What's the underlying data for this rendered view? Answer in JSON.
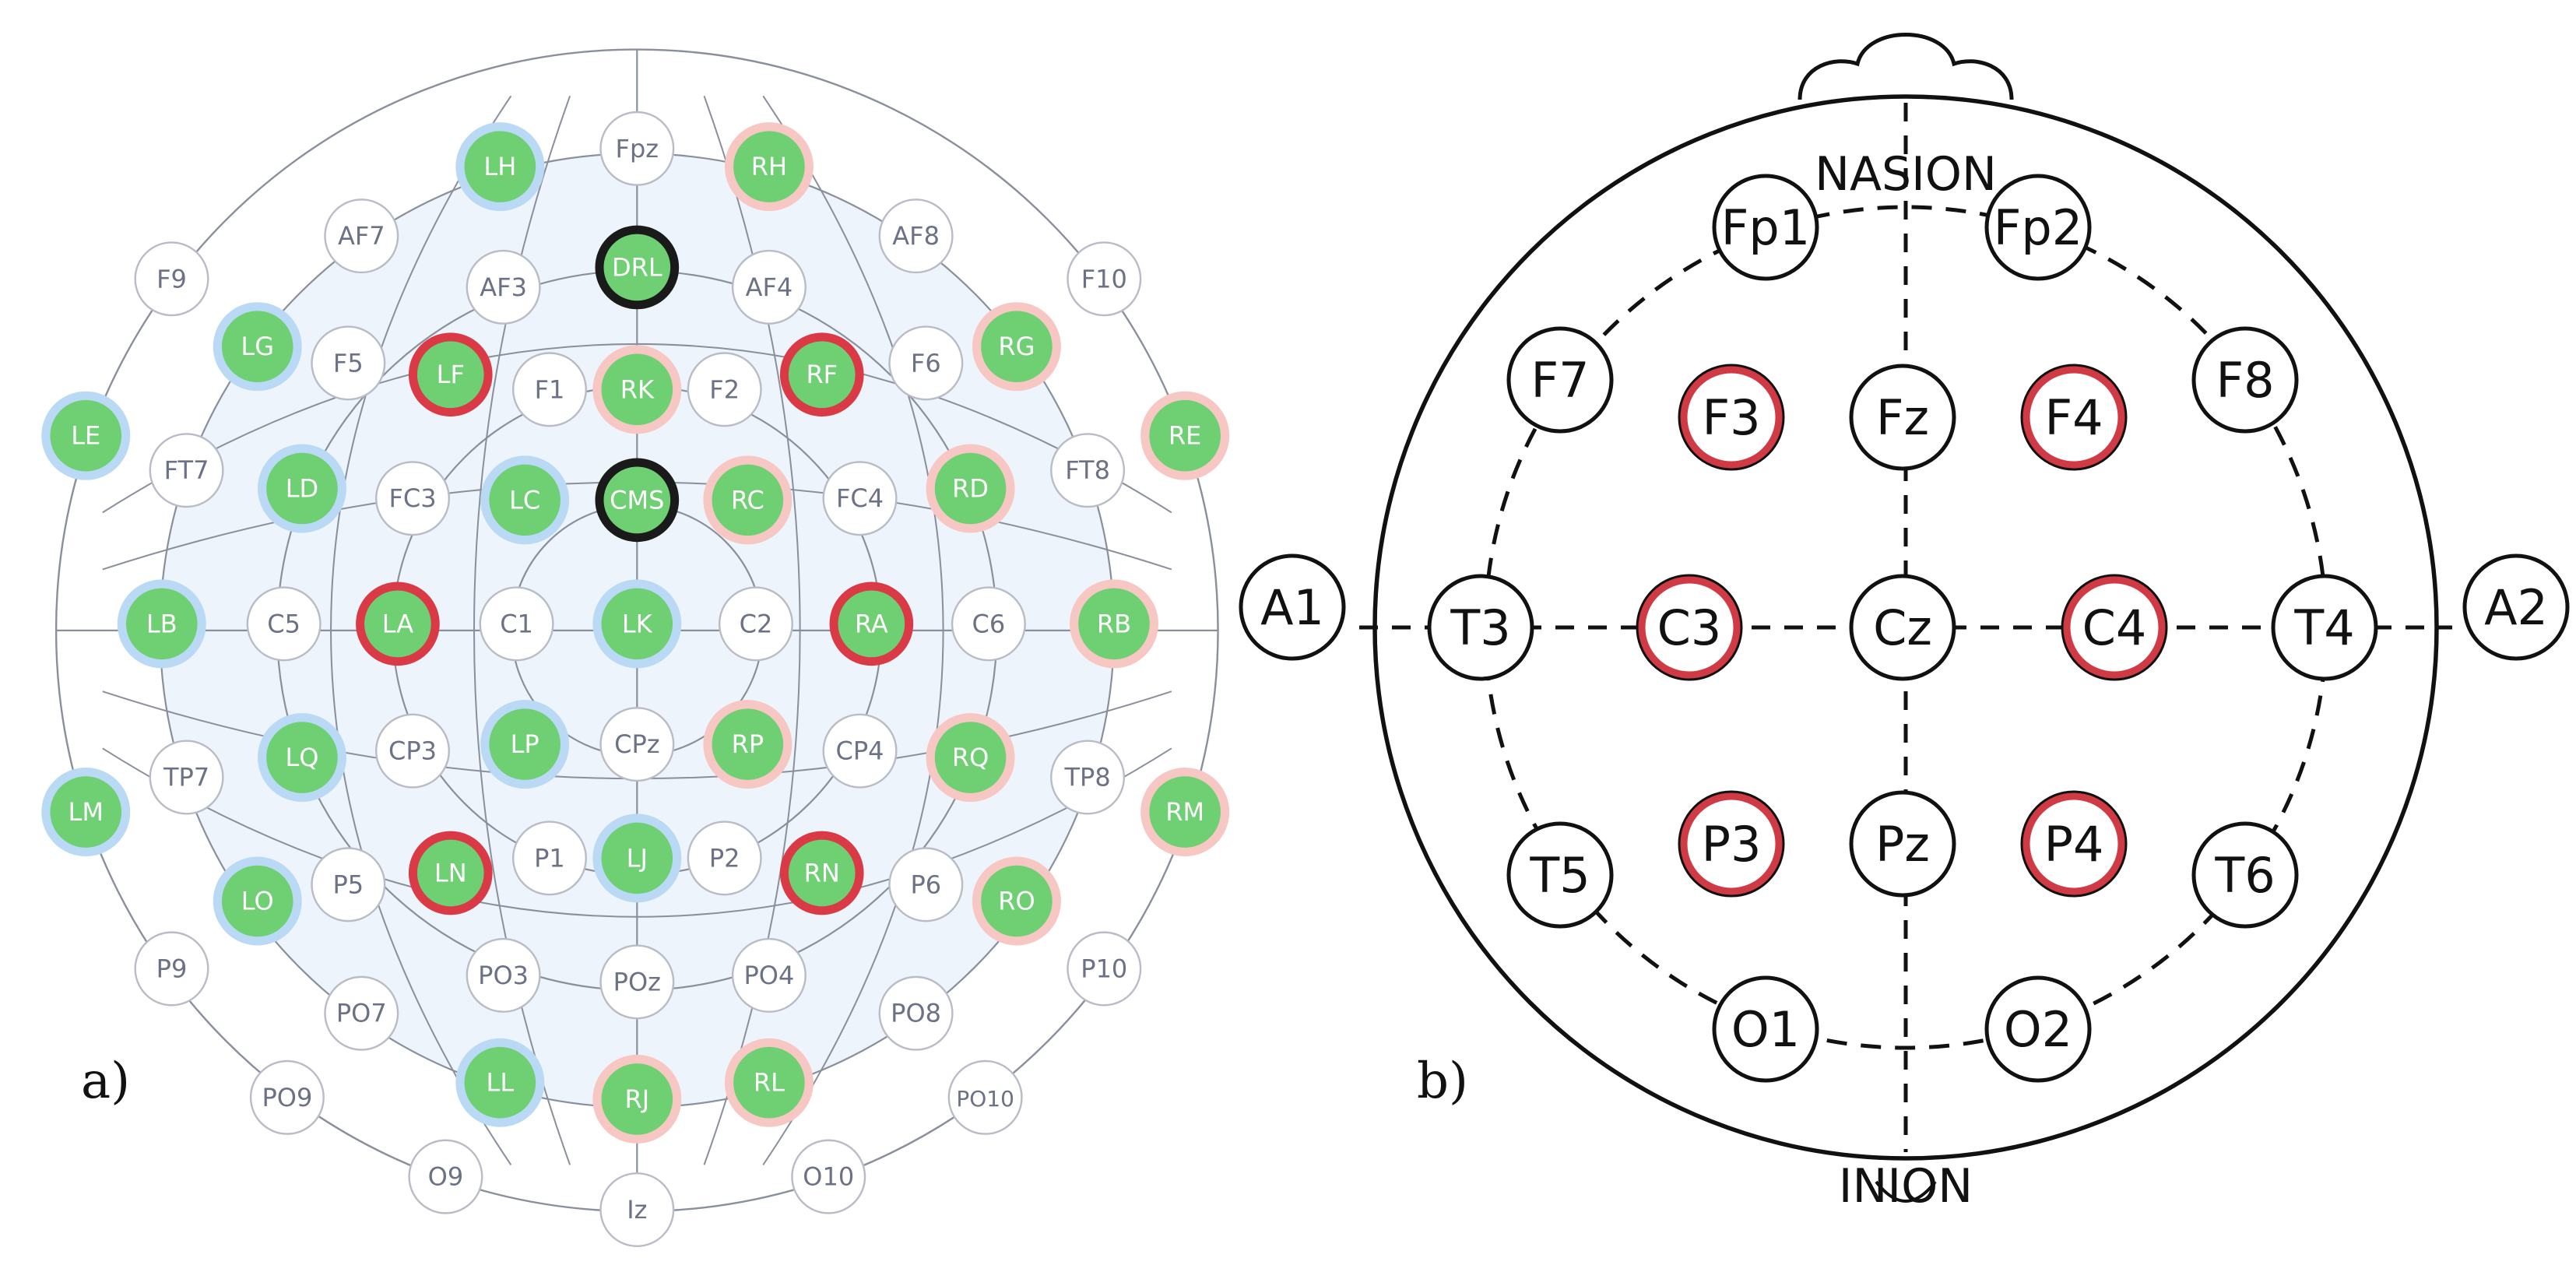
{
  "panel_a": {
    "label": "a)",
    "colors": {
      "head_fill": "#eef4fc",
      "ring_line": "#8a8f9c",
      "label": "#6b7285",
      "green": "#6fcf73",
      "blue_halo": "#b9d9f5",
      "pink_halo": "#f6c7c3",
      "red_ring": "#d93a46",
      "black_ring": "#1a1a1a"
    },
    "electrodes": [
      {
        "name": "Fpz",
        "style": "plain"
      },
      {
        "name": "LH",
        "style": "green-blue"
      },
      {
        "name": "RH",
        "style": "green-pink"
      },
      {
        "name": "AF7",
        "style": "plain"
      },
      {
        "name": "AF3",
        "style": "plain"
      },
      {
        "name": "DRL",
        "style": "green-black"
      },
      {
        "name": "AF4",
        "style": "plain"
      },
      {
        "name": "AF8",
        "style": "plain"
      },
      {
        "name": "F9",
        "style": "plain"
      },
      {
        "name": "F10",
        "style": "plain"
      },
      {
        "name": "LG",
        "style": "green-blue"
      },
      {
        "name": "F5",
        "style": "plain"
      },
      {
        "name": "LF",
        "style": "green-red"
      },
      {
        "name": "F1",
        "style": "plain"
      },
      {
        "name": "RK",
        "style": "green-pink"
      },
      {
        "name": "F2",
        "style": "plain"
      },
      {
        "name": "RF",
        "style": "green-red"
      },
      {
        "name": "F6",
        "style": "plain"
      },
      {
        "name": "RG",
        "style": "green-pink"
      },
      {
        "name": "LE",
        "style": "green-blue"
      },
      {
        "name": "FT7",
        "style": "plain"
      },
      {
        "name": "LD",
        "style": "green-blue"
      },
      {
        "name": "FC3",
        "style": "plain"
      },
      {
        "name": "LC",
        "style": "green-blue"
      },
      {
        "name": "CMS",
        "style": "green-black"
      },
      {
        "name": "RC",
        "style": "green-pink"
      },
      {
        "name": "FC4",
        "style": "plain"
      },
      {
        "name": "RD",
        "style": "green-pink"
      },
      {
        "name": "FT8",
        "style": "plain"
      },
      {
        "name": "RE",
        "style": "green-pink"
      },
      {
        "name": "LB",
        "style": "green-blue"
      },
      {
        "name": "C5",
        "style": "plain"
      },
      {
        "name": "LA",
        "style": "green-red"
      },
      {
        "name": "C1",
        "style": "plain"
      },
      {
        "name": "LK",
        "style": "green-blue"
      },
      {
        "name": "C2",
        "style": "plain"
      },
      {
        "name": "RA",
        "style": "green-red"
      },
      {
        "name": "C6",
        "style": "plain"
      },
      {
        "name": "RB",
        "style": "green-pink"
      },
      {
        "name": "LQ",
        "style": "green-blue"
      },
      {
        "name": "CP3",
        "style": "plain"
      },
      {
        "name": "LP",
        "style": "green-blue"
      },
      {
        "name": "CPz",
        "style": "plain"
      },
      {
        "name": "RP",
        "style": "green-pink"
      },
      {
        "name": "CP4",
        "style": "plain"
      },
      {
        "name": "RQ",
        "style": "green-pink"
      },
      {
        "name": "LM",
        "style": "green-blue"
      },
      {
        "name": "TP7",
        "style": "plain"
      },
      {
        "name": "TP8",
        "style": "plain"
      },
      {
        "name": "RM",
        "style": "green-pink"
      },
      {
        "name": "LO",
        "style": "green-blue"
      },
      {
        "name": "P5",
        "style": "plain"
      },
      {
        "name": "LN",
        "style": "green-red"
      },
      {
        "name": "P1",
        "style": "plain"
      },
      {
        "name": "LJ",
        "style": "green-blue"
      },
      {
        "name": "P2",
        "style": "plain"
      },
      {
        "name": "RN",
        "style": "green-red"
      },
      {
        "name": "P6",
        "style": "plain"
      },
      {
        "name": "RO",
        "style": "green-pink"
      },
      {
        "name": "P9",
        "style": "plain"
      },
      {
        "name": "PO3",
        "style": "plain"
      },
      {
        "name": "POz",
        "style": "plain"
      },
      {
        "name": "PO4",
        "style": "plain"
      },
      {
        "name": "P10",
        "style": "plain"
      },
      {
        "name": "PO7",
        "style": "plain"
      },
      {
        "name": "PO8",
        "style": "plain"
      },
      {
        "name": "LL",
        "style": "green-blue"
      },
      {
        "name": "RJ",
        "style": "green-pink"
      },
      {
        "name": "RL",
        "style": "green-pink"
      },
      {
        "name": "PO9",
        "style": "plain"
      },
      {
        "name": "PO10",
        "style": "plain"
      },
      {
        "name": "O9",
        "style": "plain"
      },
      {
        "name": "O10",
        "style": "plain"
      },
      {
        "name": "Iz",
        "style": "plain"
      }
    ]
  },
  "panel_b": {
    "label": "b)",
    "nasion": "NASION",
    "inion": "INION",
    "colors": {
      "line": "#111111",
      "highlight": "#d03a44"
    },
    "electrodes": [
      {
        "name": "Fp1",
        "highlight": false
      },
      {
        "name": "Fp2",
        "highlight": false
      },
      {
        "name": "F7",
        "highlight": false
      },
      {
        "name": "F3",
        "highlight": true
      },
      {
        "name": "Fz",
        "highlight": false
      },
      {
        "name": "F4",
        "highlight": true
      },
      {
        "name": "F8",
        "highlight": false
      },
      {
        "name": "A1",
        "highlight": false
      },
      {
        "name": "T3",
        "highlight": false
      },
      {
        "name": "C3",
        "highlight": true
      },
      {
        "name": "Cz",
        "highlight": false
      },
      {
        "name": "C4",
        "highlight": true
      },
      {
        "name": "T4",
        "highlight": false
      },
      {
        "name": "A2",
        "highlight": false
      },
      {
        "name": "T5",
        "highlight": false
      },
      {
        "name": "P3",
        "highlight": true
      },
      {
        "name": "Pz",
        "highlight": false
      },
      {
        "name": "P4",
        "highlight": true
      },
      {
        "name": "T6",
        "highlight": false
      },
      {
        "name": "O1",
        "highlight": false
      },
      {
        "name": "O2",
        "highlight": false
      }
    ]
  }
}
